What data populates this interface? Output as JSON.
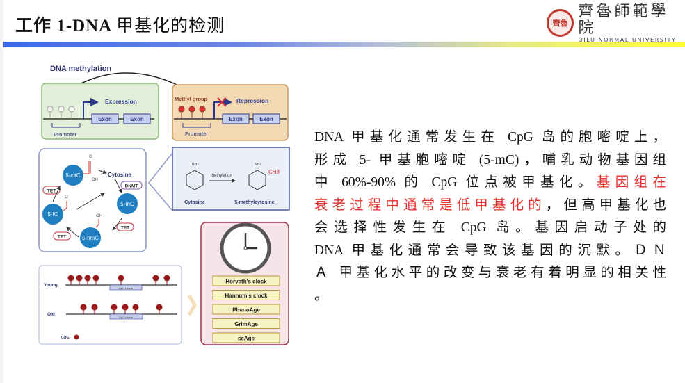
{
  "header": {
    "title_prefix": "工作 1-DNA ",
    "title_suffix": "甲基化的检测",
    "logo": {
      "name_cn": "齊魯師範學院",
      "name_en": "QILU NORMAL UNIVERSITY",
      "seal_text": "齊魯"
    }
  },
  "colors": {
    "red_text": "#e8302c",
    "accent_blue": "#3f67e6",
    "accent_yellow": "#ffff2e"
  },
  "figure": {
    "title": "DNA methylation",
    "expression": {
      "label": "Expression",
      "exon1": "Exon",
      "exon2": "Exon",
      "promoter": "Promoter"
    },
    "repression": {
      "label": "Repression",
      "methyl": "Methyl group",
      "exon1": "Exon",
      "exon2": "Exon",
      "promoter": "Promoter"
    },
    "cycle": {
      "cac": "5-caC",
      "fc": "5-fC",
      "mc": "5-mC",
      "hmc": "5-hmC",
      "cytosine": "Cytosine",
      "dnmt": "DNMT",
      "tet": "TET",
      "oh": "OH",
      "o": "O"
    },
    "chem": {
      "methylation": "methylation",
      "cytosine": "Cytosine",
      "mcyt": "5-methylcytosine",
      "ch3": "CH3",
      "nh2": "NH2"
    },
    "cpg": {
      "young": "Young",
      "old": "Old",
      "island": "CpG island",
      "legend": "CpG"
    },
    "clocks": [
      "Horvath's clock",
      "Hannum's clock",
      "PhenoAge",
      "GrimAge",
      "scAge"
    ]
  },
  "paragraph": {
    "lines": [
      [
        {
          "t": "DNA 甲基化通常发生在 CpG 岛的胞嘧啶上，"
        }
      ],
      [
        {
          "t": "形成 5- 甲基胞嘧啶 (5-mC)，哺乳动物基因组"
        }
      ],
      [
        {
          "t": "中 60%-90% 的 CpG 位点被甲基化。"
        },
        {
          "t": "基因组在",
          "red": true
        }
      ],
      [
        {
          "t": "衰老过程中通常是低甲基化的",
          "red": true
        },
        {
          "t": "，但高甲基化也"
        }
      ],
      [
        {
          "t": "会选择性发生在 CpG 岛。基因启动子处的"
        }
      ],
      [
        {
          "t": "DNA 甲基化通常会导致该基因的沉默。ＤＮ"
        }
      ],
      [
        {
          "t": "Ａ 甲基化水平的改变与衰老有着明显的相关性"
        }
      ],
      [
        {
          "t": "。"
        }
      ]
    ]
  }
}
